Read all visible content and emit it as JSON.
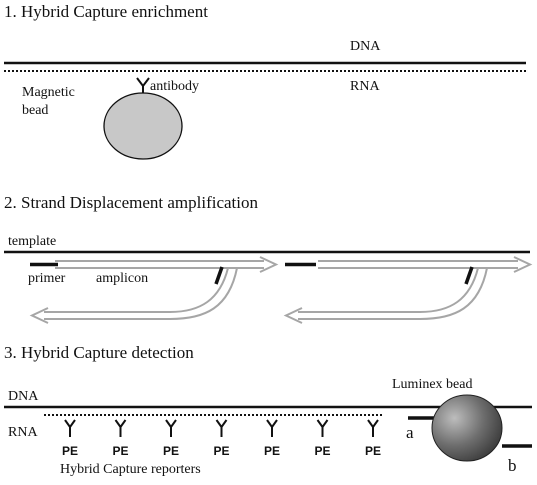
{
  "section1": {
    "title": "1. Hybrid Capture enrichment",
    "dna_label": "DNA",
    "rna_label": "RNA",
    "antibody_label": "antibody",
    "bead_label_line1": "Magnetic",
    "bead_label_line2": "bead"
  },
  "section2": {
    "title": "2. Strand Displacement amplification",
    "template_label": "template",
    "primer_label": "primer",
    "amplicon_label": "amplicon"
  },
  "section3": {
    "title": "3. Hybrid Capture detection",
    "dna_label": "DNA",
    "rna_label": "RNA",
    "luminex_label": "Luminex bead",
    "reporter_label": "PE",
    "reporters_caption": "Hybrid Capture reporters",
    "reporter_count": 7,
    "probe_a_label": "a",
    "probe_b_label": "b"
  },
  "colors": {
    "line": "#111111",
    "magnetic_bead_fill": "#c8c8c8",
    "amplicon_outline": "#a6a6a6"
  }
}
